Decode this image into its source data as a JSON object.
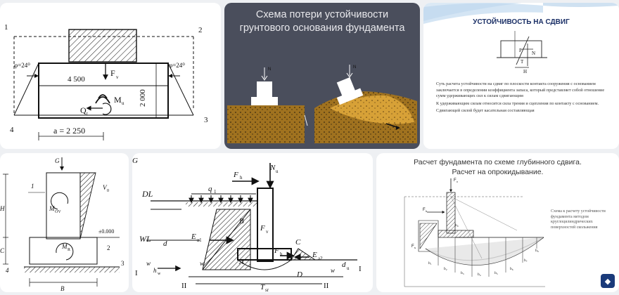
{
  "card1": {
    "labels": {
      "p1": "1",
      "p2": "2",
      "p3": "3",
      "p4": "4",
      "phi_left": "φ=24⁰",
      "phi_right": "φ=24⁰",
      "width": "4 500",
      "height": "2 000",
      "fv": "F",
      "fv_sub": "v",
      "mu": "M",
      "mu_sub": "u",
      "qt": "Q",
      "qt_sub": "t",
      "a": "a = 2 250"
    }
  },
  "card2": {
    "title_line1": "Схема потери устойчивости",
    "title_line2": "грунтового основания фундамента",
    "force": "N"
  },
  "card3": {
    "title": "УСТОЙЧИВОСТЬ НА СДВИГ",
    "labels": {
      "p": "P",
      "n": "N",
      "t": "T",
      "h": "H"
    },
    "para1": "Суть расчета устойчивости на сдвиг по плоскости контакта сооружения с основанием заключается в определении коэффициента запаса, который представляет собой отношение сумм удерживающих сил к силам сдвигающим",
    "para2": "К удерживающим силам относится сила трения и сцепления по контакту с основанием.",
    "para3": "Сдвигающей силой будет касательная составляющая"
  },
  "card4": {
    "labels": {
      "g": "G",
      "one": "1",
      "h": "H",
      "v0": "V",
      "v0_sub": "0",
      "mov": "M",
      "mov_sub": "OV",
      "level": "±0.000",
      "c": "C",
      "mr": "M",
      "mr_sub": "R",
      "two": "2",
      "three": "3",
      "four": "4",
      "b": "B"
    }
  },
  "card5": {
    "labels": {
      "g": "G",
      "fh": "F",
      "fh_sub": "h",
      "nu": "N",
      "nu_sub": "u",
      "dl": "DL",
      "q1": "q",
      "q1_sub": "1",
      "b": "B",
      "fv": "F",
      "fv_sub": "v",
      "wl": "WL",
      "d": "d",
      "ea1": "E",
      "ea1_sub": "a1",
      "c": "C",
      "a": "A",
      "fh2": "F",
      "fh2_sub": "h",
      "ea2": "E",
      "ea2_sub": "a2",
      "du": "d",
      "du_sub": "u",
      "w1": "w",
      "w2": "w",
      "w3": "w",
      "hw": "h",
      "hw_sub": "w",
      "roman1a": "I",
      "roman1b": "I",
      "dd": "D",
      "roman2a": "II",
      "roman2b": "II",
      "tsr": "T",
      "tsr_sub": "sr"
    }
  },
  "card6": {
    "title_line1": "Расчет фундамента по схеме глубинного сдвига.",
    "title_line2": "Расчет на опрокидывание.",
    "caption": "Схема к расчету устойчивости фундамента методом круглоцилиндрических поверхностей скольжения",
    "labels": {
      "fv": "F",
      "fv_sub": "v",
      "fh": "F",
      "fh_sub": "h",
      "fs": "F",
      "fs_sub": "s",
      "b1": "b₁",
      "b2": "b₂",
      "b3": "b₃",
      "b4": "b₄",
      "b5": "b₅",
      "b6": "b₆",
      "b7": "b₇",
      "b8": "b₈",
      "b9": "b₉"
    }
  },
  "colors": {
    "card2_bg": "#4a4e5c",
    "soil": "#9a6a1c",
    "soil_light": "#d9a238",
    "card3_title": "#1a2f66",
    "accent_hatch": "#333333"
  }
}
